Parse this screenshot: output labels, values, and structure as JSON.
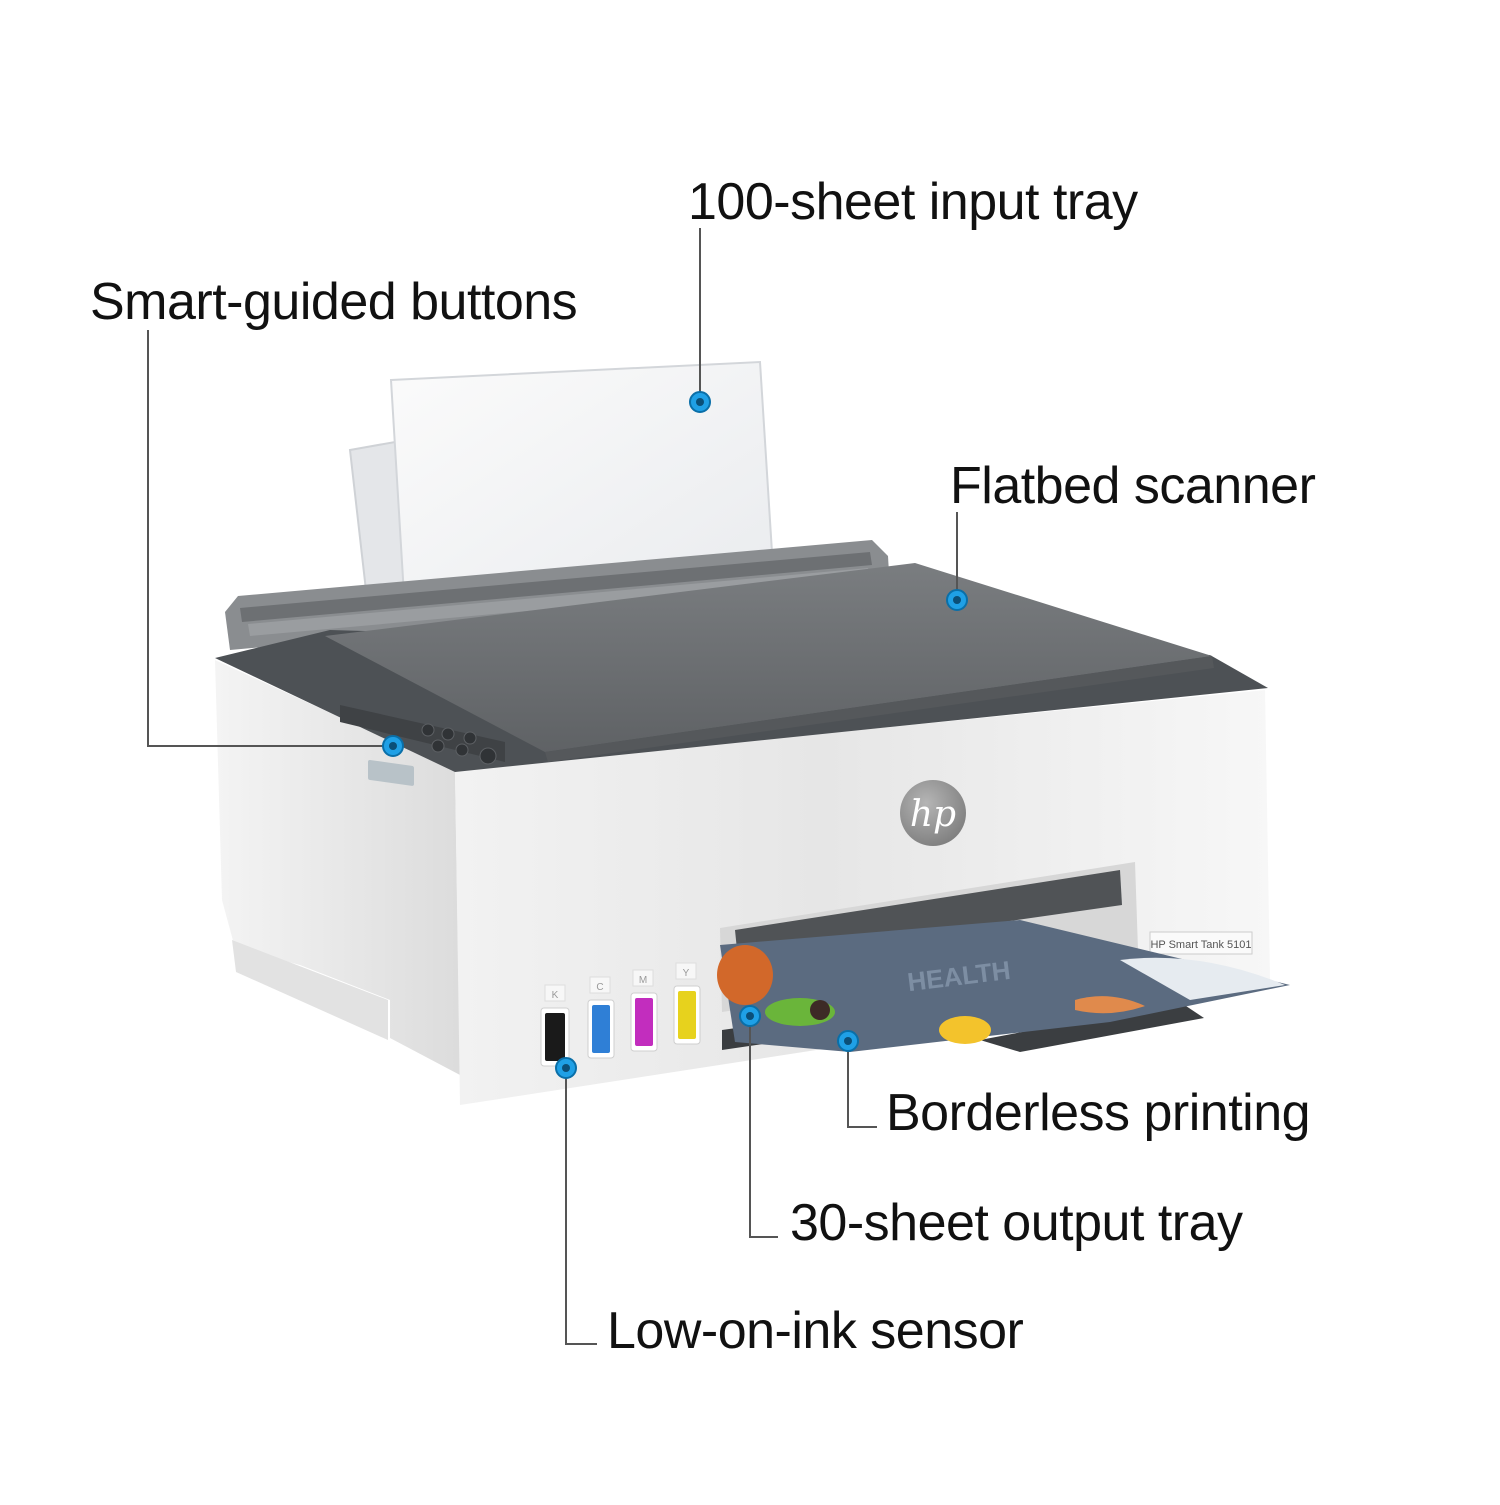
{
  "callouts": {
    "input_tray": "100-sheet input tray",
    "buttons": "Smart-guided buttons",
    "scanner": "Flatbed scanner",
    "borderless": "Borderless printing",
    "output_tray": "30-sheet output tray",
    "ink_sensor": "Low-on-ink sensor"
  },
  "product": {
    "brand_logo": "hp",
    "model_badge": "HP Smart Tank 5101",
    "tank_letters": [
      "K",
      "C",
      "M",
      "Y"
    ],
    "tank_colors": [
      "#1a1a1a",
      "#2f7fd6",
      "#c22dbe",
      "#e7d21d"
    ],
    "printout_word": "HEALTH"
  },
  "colors": {
    "callout_dot": "#1fa0e6",
    "callout_line": "#555555",
    "body": "#eeeeee",
    "lid": "#6f7275"
  }
}
